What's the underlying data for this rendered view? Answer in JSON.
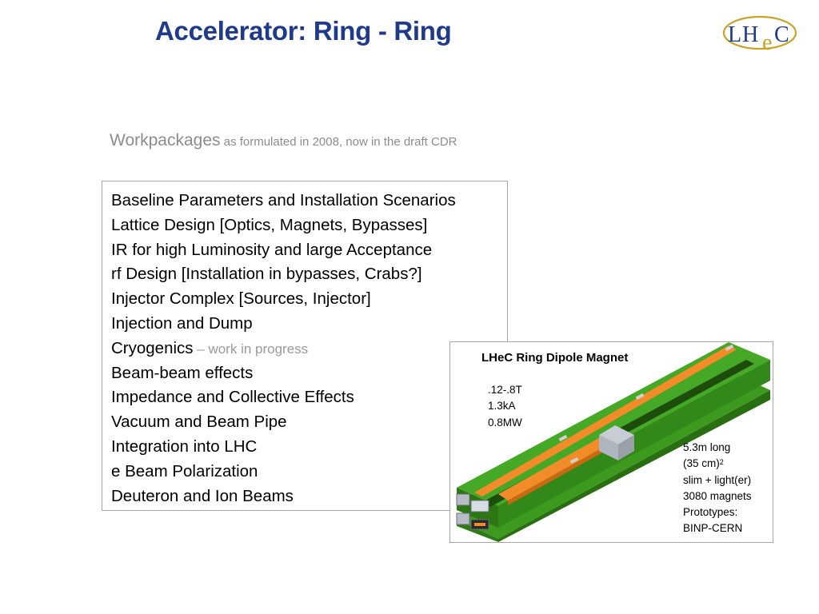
{
  "title": "Accelerator: Ring - Ring",
  "logo": {
    "letters": [
      "L",
      "H",
      "e",
      "C"
    ]
  },
  "subtitle": {
    "lead": "Workpackages",
    "rest": " as formulated in 2008, now in the draft CDR"
  },
  "workpackages": [
    "Baseline Parameters and Installation Scenarios",
    "Lattice Design [Optics, Magnets, Bypasses]",
    "IR for high Luminosity and  large Acceptance",
    "rf Design [Installation in bypasses, Crabs?]",
    "Injector Complex [Sources, Injector]",
    "Injection and Dump",
    "Cryogenics",
    "Beam-beam effects",
    "Impedance and Collective Effects",
    "Vacuum and Beam Pipe",
    "Integration into LHC",
    "e Beam Polarization",
    "Deuteron and Ion Beams"
  ],
  "cryogenics_note": " – work in progress",
  "magnet_panel": {
    "title": "LHeC Ring Dipole Magnet",
    "specs_left": [
      ".12-.8T",
      "1.3kA",
      "0.8MW"
    ],
    "specs_right": {
      "length": "5.3m long",
      "aperture": "(35 cm)",
      "aperture_exp": "2",
      "design": "slim + light(er)",
      "count": "3080 magnets",
      "prototypes_label": "Prototypes:",
      "prototypes_value": "BINP-CERN"
    }
  },
  "colors": {
    "title": "#1f3a8a",
    "logo_gold": "#c9a227",
    "logo_blue": "#1f3a8a",
    "magnet_green": "#3c9a1e",
    "magnet_orange": "#f28c28",
    "subtitle_gray": "#8c8c8c"
  }
}
